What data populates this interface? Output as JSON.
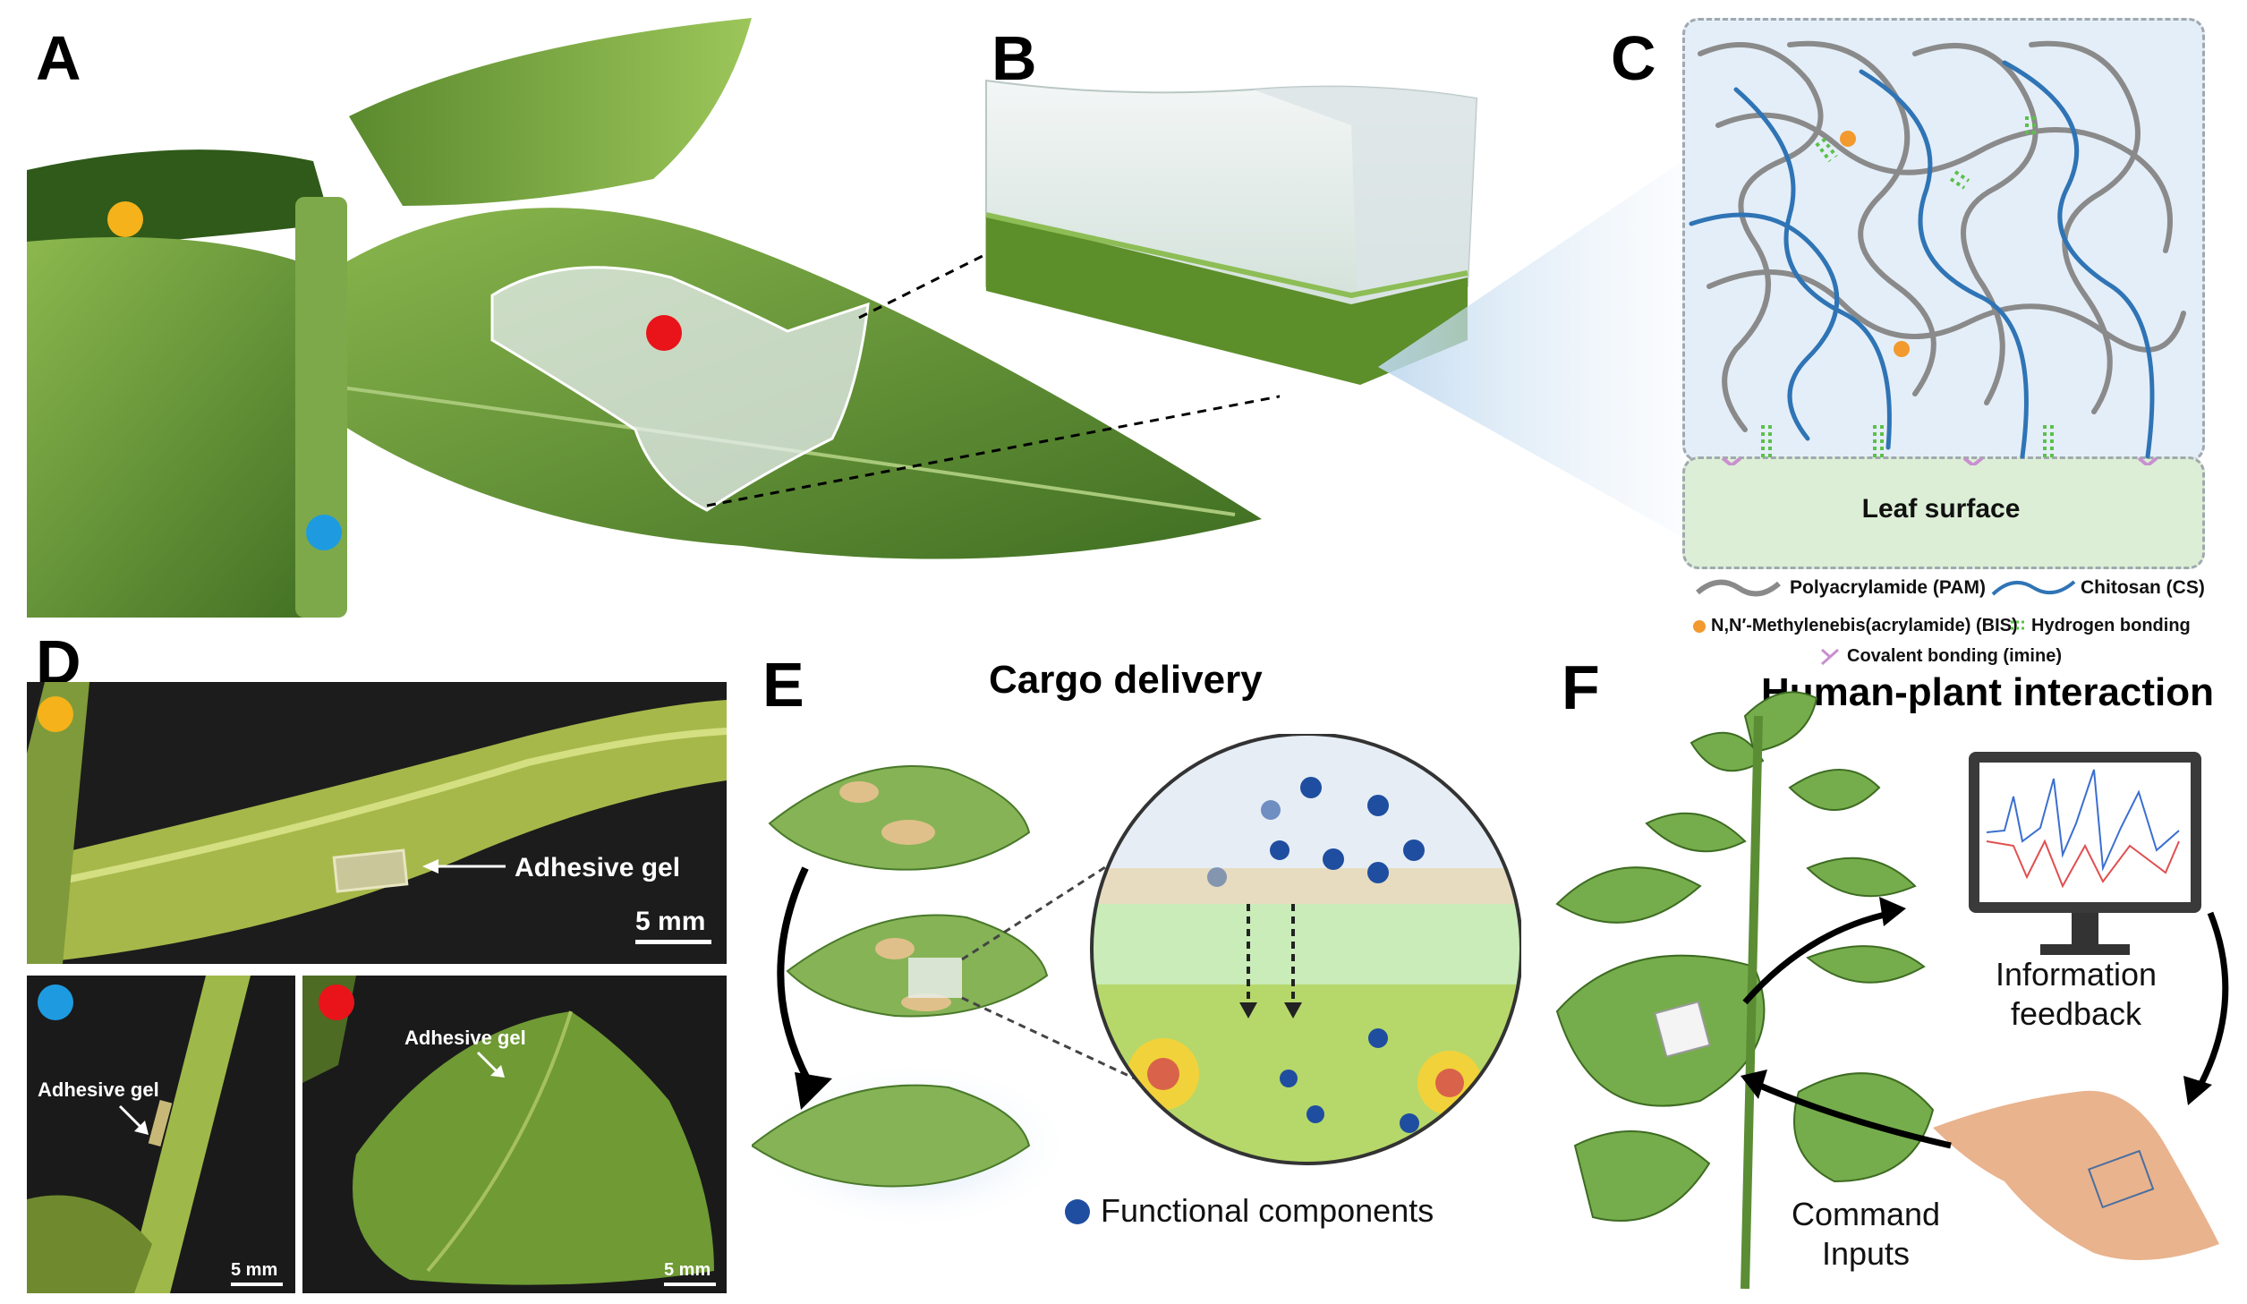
{
  "panels": {
    "a": {
      "label": "A"
    },
    "b": {
      "label": "B"
    },
    "c": {
      "label": "C",
      "surface_label": "Leaf surface",
      "legend": {
        "pam": "Polyacrylamide (PAM)",
        "cs": "Chitosan (CS)",
        "bis": "N,N′-Methylenebis(acrylamide) (BIS)",
        "hbond": "Hydrogen bonding",
        "covalent": "Covalent bonding (imine)"
      }
    },
    "d": {
      "label": "D",
      "top_annotation": "Adhesive gel",
      "top_scale": "5 mm",
      "bl_annotation": "Adhesive gel",
      "bl_scale": "5 mm",
      "br_annotation": "Adhesive gel",
      "br_scale": "5 mm"
    },
    "e": {
      "label": "E",
      "title": "Cargo delivery",
      "legend": "Functional components"
    },
    "f": {
      "label": "F",
      "title": "Human-plant interaction",
      "feedback_line1": "Information",
      "feedback_line2": "feedback",
      "inputs_line1": "Command",
      "inputs_line2": "Inputs"
    }
  },
  "colors": {
    "marker_yellow": "#f5b21b",
    "marker_red": "#e8141a",
    "marker_blue": "#1e9be0",
    "leaf_green": "#6fa03c",
    "pam_gray": "#8a8a8a",
    "cs_blue": "#2f74b5",
    "bis_orange": "#f29a2e",
    "hbond_green": "#5cc04a",
    "covalent_purple": "#c98fd0",
    "gel_bg": "#e4eef8",
    "surface_bg": "#dcefd6"
  }
}
